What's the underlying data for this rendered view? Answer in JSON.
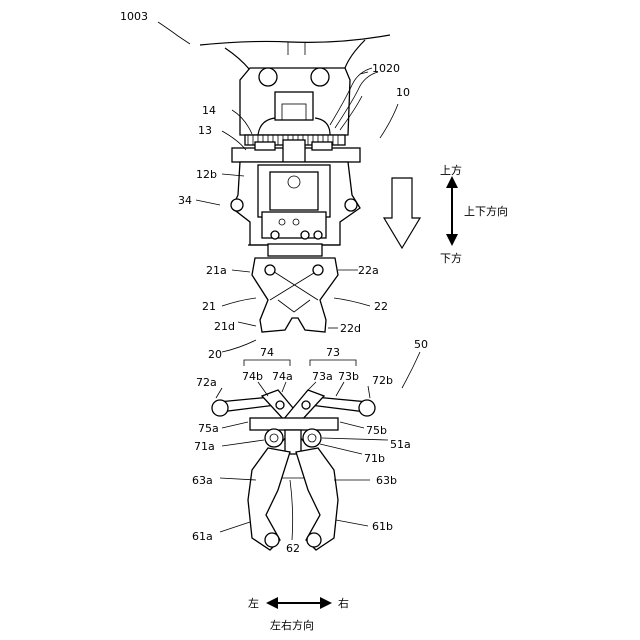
{
  "labels": {
    "l1003": "1003",
    "l1020": "1020",
    "l10": "10",
    "l14": "14",
    "l13": "13",
    "l12b": "12b",
    "l34": "34",
    "l21a": "21a",
    "l22a": "22a",
    "l21": "21",
    "l22": "22",
    "l21d": "21d",
    "l22d": "22d",
    "l20": "20",
    "l74": "74",
    "l73": "73",
    "l50": "50",
    "l72a": "72a",
    "l74b": "74b",
    "l74a": "74a",
    "l73a": "73a",
    "l73b": "73b",
    "l72b": "72b",
    "l75a": "75a",
    "l75b": "75b",
    "l71a": "71a",
    "l51a": "51a",
    "l71b": "71b",
    "l63a": "63a",
    "l63b": "63b",
    "l61a": "61a",
    "l61b": "61b",
    "l62": "62"
  },
  "directions": {
    "up": "上方",
    "down": "下方",
    "updown": "上下方向",
    "left": "左",
    "right": "右",
    "leftright": "左右方向"
  }
}
